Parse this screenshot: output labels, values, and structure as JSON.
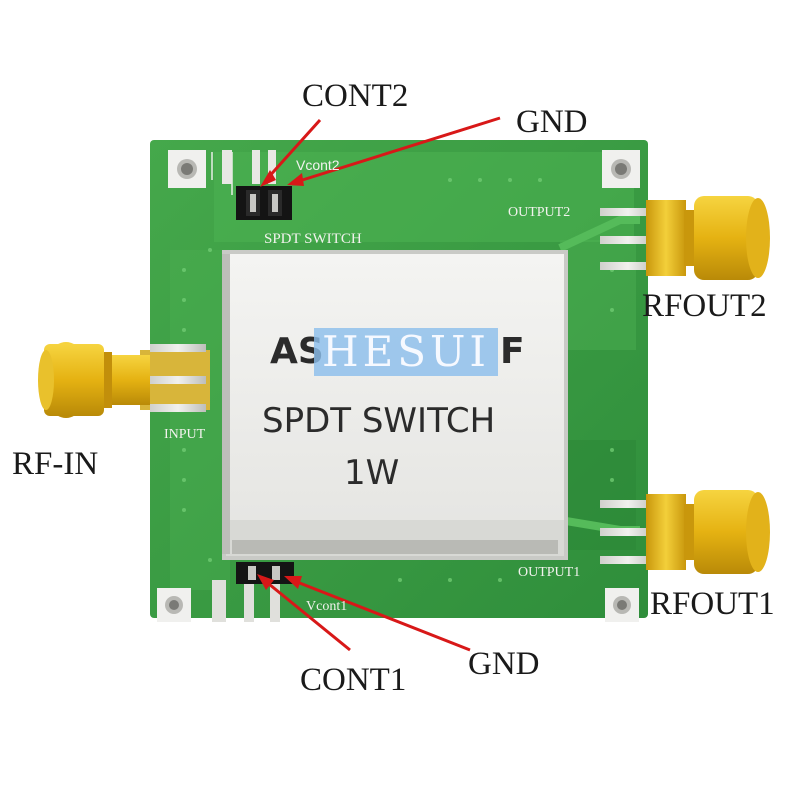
{
  "callouts": {
    "cont2": "CONT2",
    "gnd_top": "GND",
    "rfout2": "RFOUT2",
    "rf_in": "RF-IN",
    "rfout1": "RFOUT1",
    "cont1": "CONT1",
    "gnd_bottom": "GND"
  },
  "silkscreen": {
    "vcont2": "Vcont2",
    "spdt_switch": "SPDT  SWITCH",
    "output2": "OUTPUT2",
    "input": "INPUT",
    "output1": "OUTPUT1",
    "vcont1": "Vcont1"
  },
  "shield_label": {
    "part_number": "AS",
    "part_suffix": "F",
    "line2": "SPDT SWITCH",
    "line3": "1W"
  },
  "watermark": "HESUI",
  "colors": {
    "pcb": "#3fa045",
    "pcb_dark": "#2f8a3a",
    "shield": "#eeeeec",
    "sma_gold": "#e8b918",
    "callout_text": "#1a1a1a"
  },
  "icons": [
    "sma-connector-icon",
    "pin-header-icon",
    "mounting-hole-icon",
    "callout-arrow-icon"
  ]
}
